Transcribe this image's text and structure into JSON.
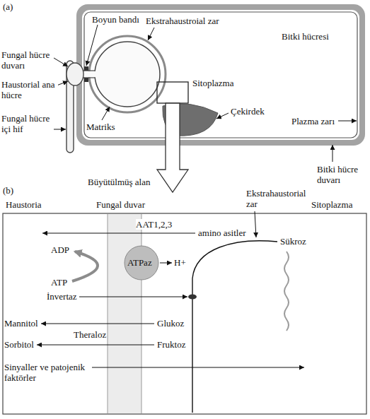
{
  "diagram": {
    "labels": [
      "(a)",
      "Boyun bandı",
      "Ekstrahaustroial zar",
      "Fungal hücre duvarı",
      "Bitki hücresi",
      "Sitoplazma",
      "Haustorial ana hücre",
      "Çekirdek",
      "Plazma zarı",
      "Fungal hücre içi hif",
      "Matriks",
      "Büyütülmüş alan",
      "Bitki hücre duvarı",
      "(b)",
      "Haustoria",
      "Fungal duvar",
      "Ekstrahaustorial zar",
      "Sitoplazma",
      "AAT1,2,3",
      "amino asitler",
      "ADP",
      "ATPaz",
      "H+",
      "ATP",
      "İnvertaz",
      "Sükroz",
      "Mannitol",
      "Glukoz",
      "Sorbitol",
      "Theraloz",
      "Fruktoz",
      "Sinyaller ve patojenik faktörler"
    ]
  }
}
